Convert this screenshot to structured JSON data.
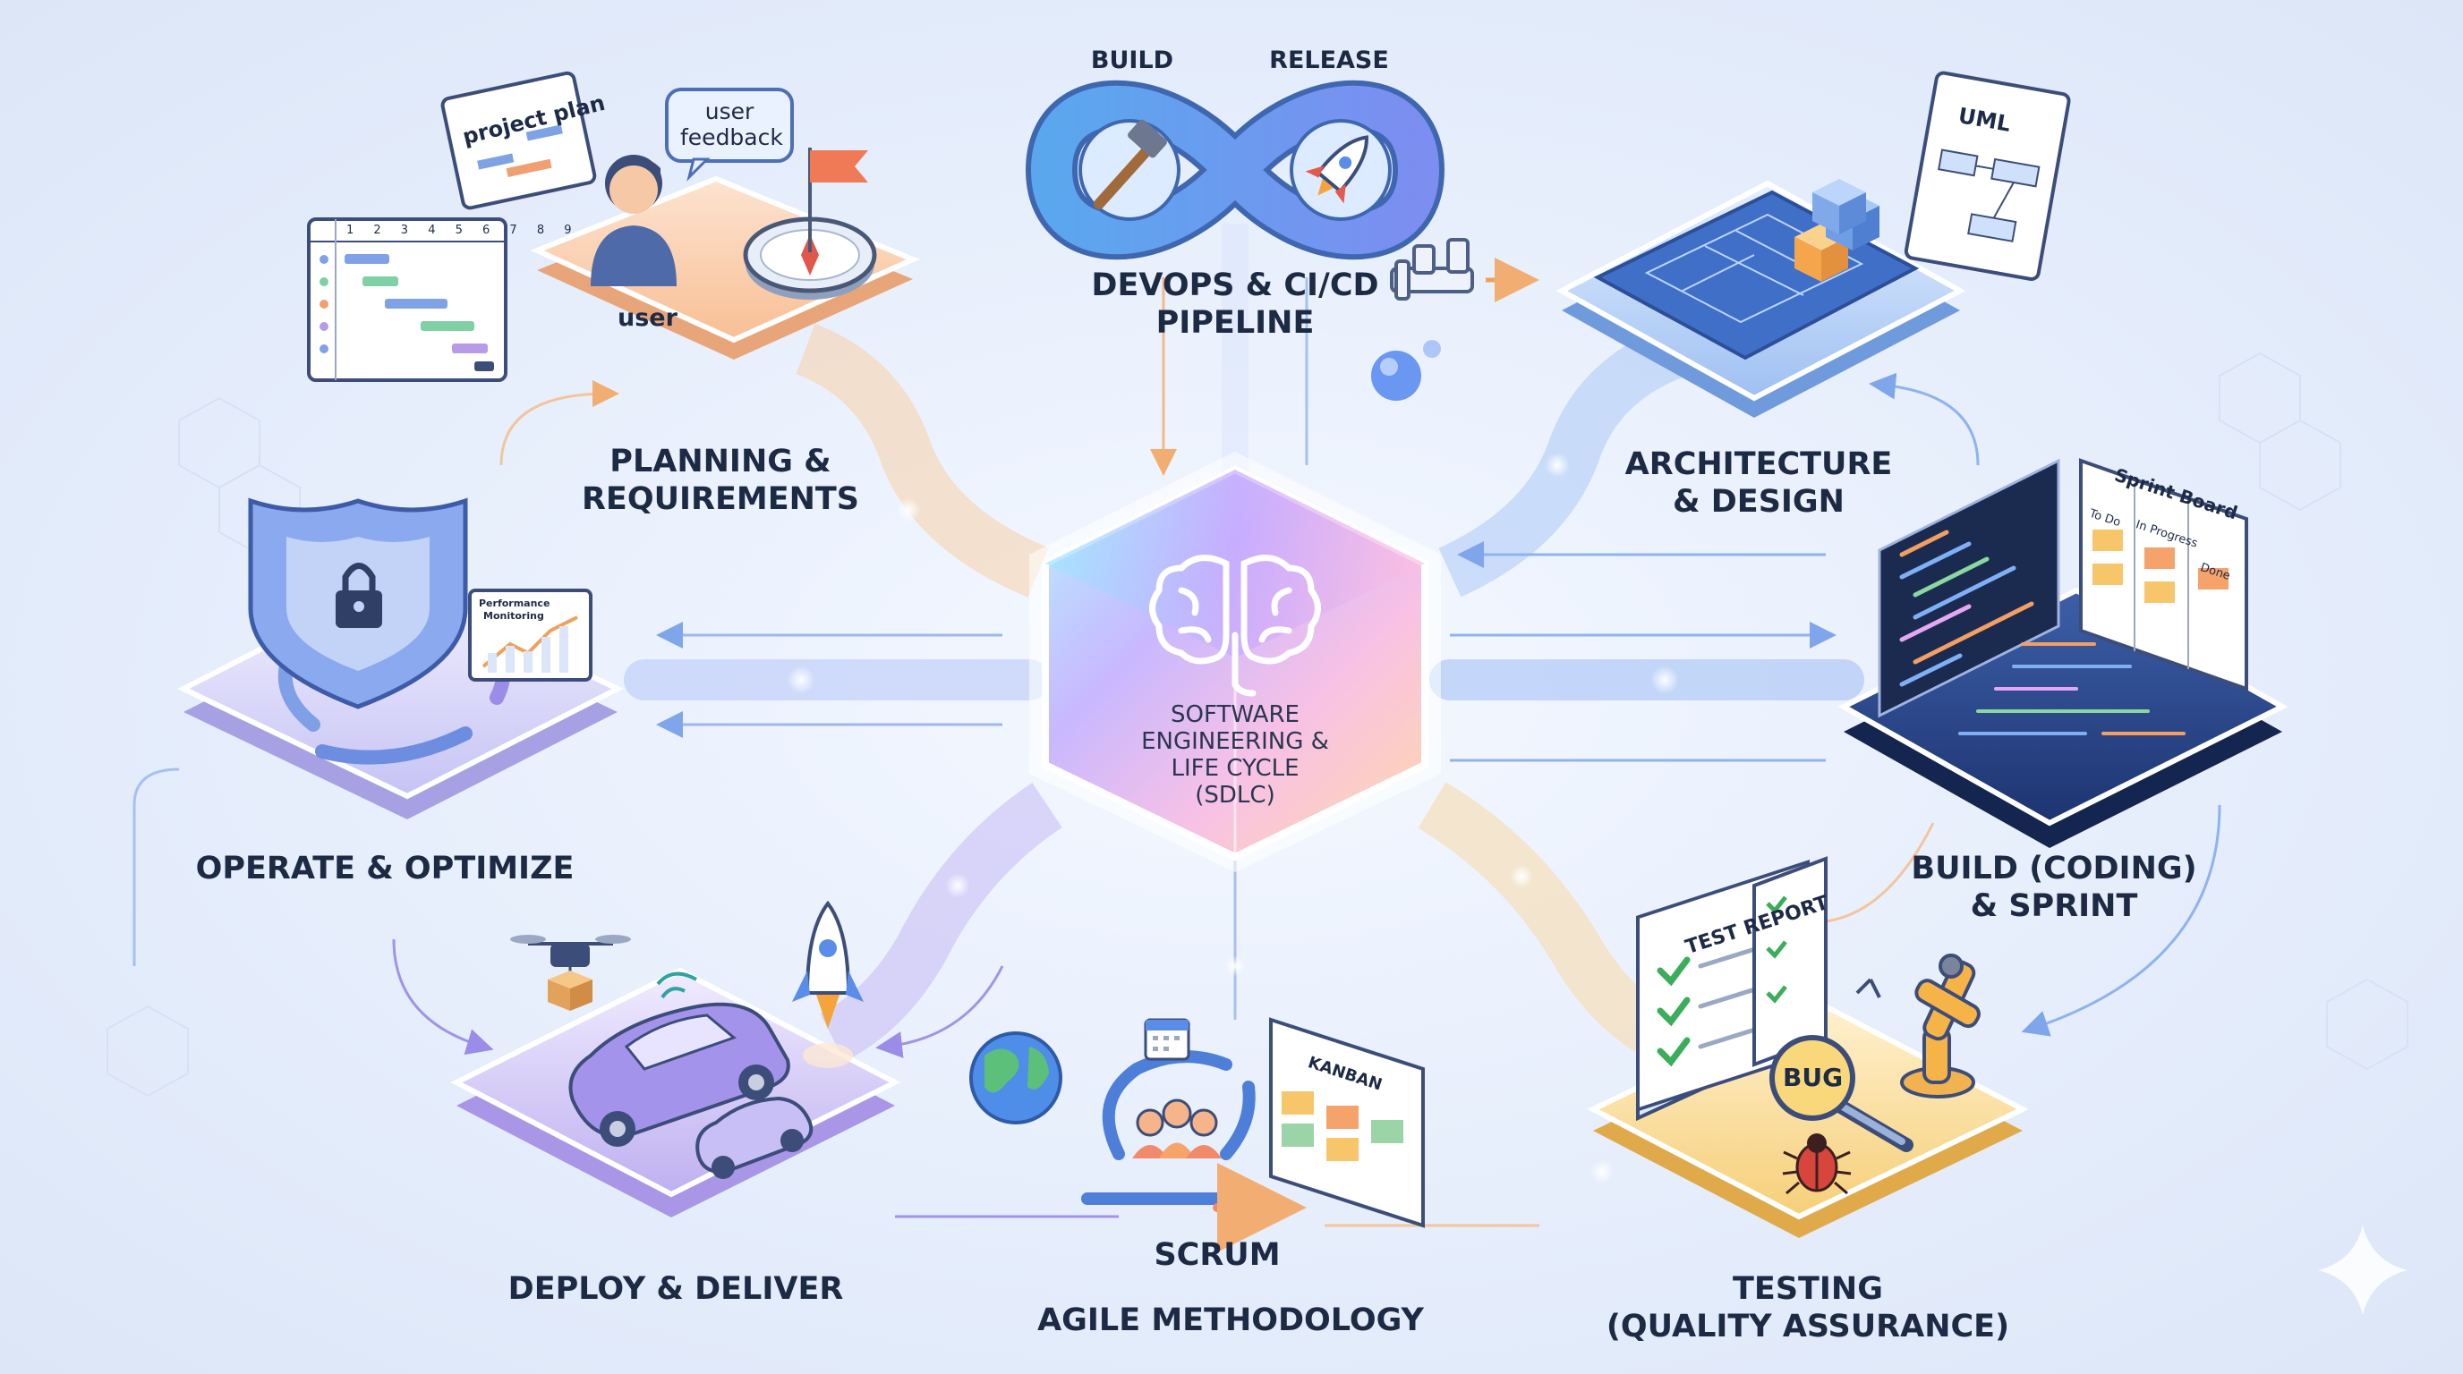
{
  "center": {
    "line1": "SOFTWARE",
    "line2": "ENGINEERING &",
    "line3": "LIFE CYCLE",
    "line4": "(SDLC)",
    "icon": "brain-icon"
  },
  "stages": {
    "planning": {
      "line1": "PLANNING &",
      "line2": "REQUIREMENTS"
    },
    "architecture": {
      "line1": "ARCHITECTURE",
      "line2": "& DESIGN"
    },
    "build": {
      "line1": "BUILD (CODING)",
      "line2": "& SPRINT"
    },
    "testing": {
      "line1": "TESTING",
      "line2": "(QUALITY ASSURANCE)"
    },
    "operate": {
      "line1": "OPERATE & OPTIMIZE"
    },
    "deploy": {
      "line1": "DEPLOY & DELIVER"
    },
    "scrum": {
      "line1": "SCRUM"
    },
    "agile": {
      "line1": "AGILE METHODOLOGY"
    },
    "devops": {
      "line1": "DEVOPS & CI/CD",
      "line2": "PIPELINE"
    }
  },
  "infinity": {
    "left": "BUILD",
    "right": "RELEASE"
  },
  "props": {
    "project_plan": "project plan",
    "gantt_columns": "1 2 3 4 5 6 7 8 9",
    "user_feedback_1": "user",
    "user_feedback_2": "feedback",
    "user_label": "user",
    "uml": "UML",
    "sprint_board": "Sprint Board",
    "todo": "To Do",
    "in_progress": "In Progress",
    "done": "Done",
    "test_report": "TEST REPORT",
    "bug": "BUG",
    "kanban": "KANBAN",
    "perf_1": "Performance",
    "perf_2": "Monitoring"
  },
  "colors": {
    "planning": "#fbd2b4",
    "architecture": "#cfe0fb",
    "build": "#2d4c8c",
    "testing": "#fbe3ab",
    "operate": "#e1e1fb",
    "deploy": "#dfd6fb",
    "accent_blue": "#4f86e0",
    "accent_orange": "#f0a05a",
    "accent_purple": "#9a8be6"
  },
  "icons": [
    "gantt-chart-icon",
    "user-icon",
    "compass-icon",
    "flag-icon",
    "hammer-icon",
    "rocket-icon",
    "pipe-icon",
    "blueprint-icon",
    "cubes-icon",
    "code-editor-icon",
    "kanban-board-icon",
    "test-report-icon",
    "magnifier-icon",
    "bug-icon",
    "robot-arm-icon",
    "shield-lock-icon",
    "chart-icon",
    "car-icon",
    "drone-icon",
    "globe-icon",
    "calendar-icon",
    "team-icon",
    "sparkle-icon"
  ]
}
